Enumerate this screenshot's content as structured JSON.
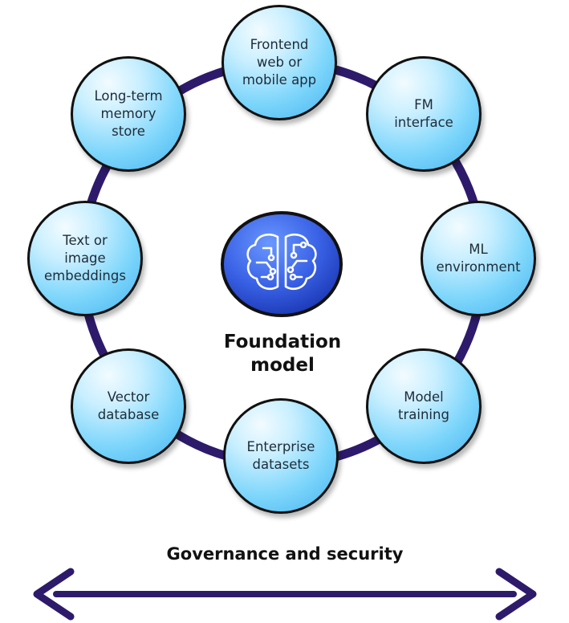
{
  "diagram": {
    "nodes": [
      {
        "id": "frontend",
        "label": "Frontend\nweb or\nmobile app"
      },
      {
        "id": "fm-interface",
        "label": "FM\ninterface"
      },
      {
        "id": "ml-environment",
        "label": "ML\nenvironment"
      },
      {
        "id": "model-training",
        "label": "Model\ntraining"
      },
      {
        "id": "enterprise-datasets",
        "label": "Enterprise\ndatasets"
      },
      {
        "id": "vector-database",
        "label": "Vector\ndatabase"
      },
      {
        "id": "embeddings",
        "label": "Text or\nimage\nembeddings"
      },
      {
        "id": "memory-store",
        "label": "Long-term\nmemory\nstore"
      }
    ],
    "center": {
      "title": "Foundation\nmodel",
      "icon": "brain-circuit-icon"
    },
    "footer": {
      "label": "Governance and security",
      "icon": "double-headed-arrow-icon"
    },
    "colors": {
      "ring": "#2e1a6b",
      "node_light": "#c9efff",
      "node_dark": "#45b3ef",
      "center_light": "#4f7dff",
      "center_dark": "#1d3cc0",
      "arrow": "#2e1a6b"
    }
  }
}
